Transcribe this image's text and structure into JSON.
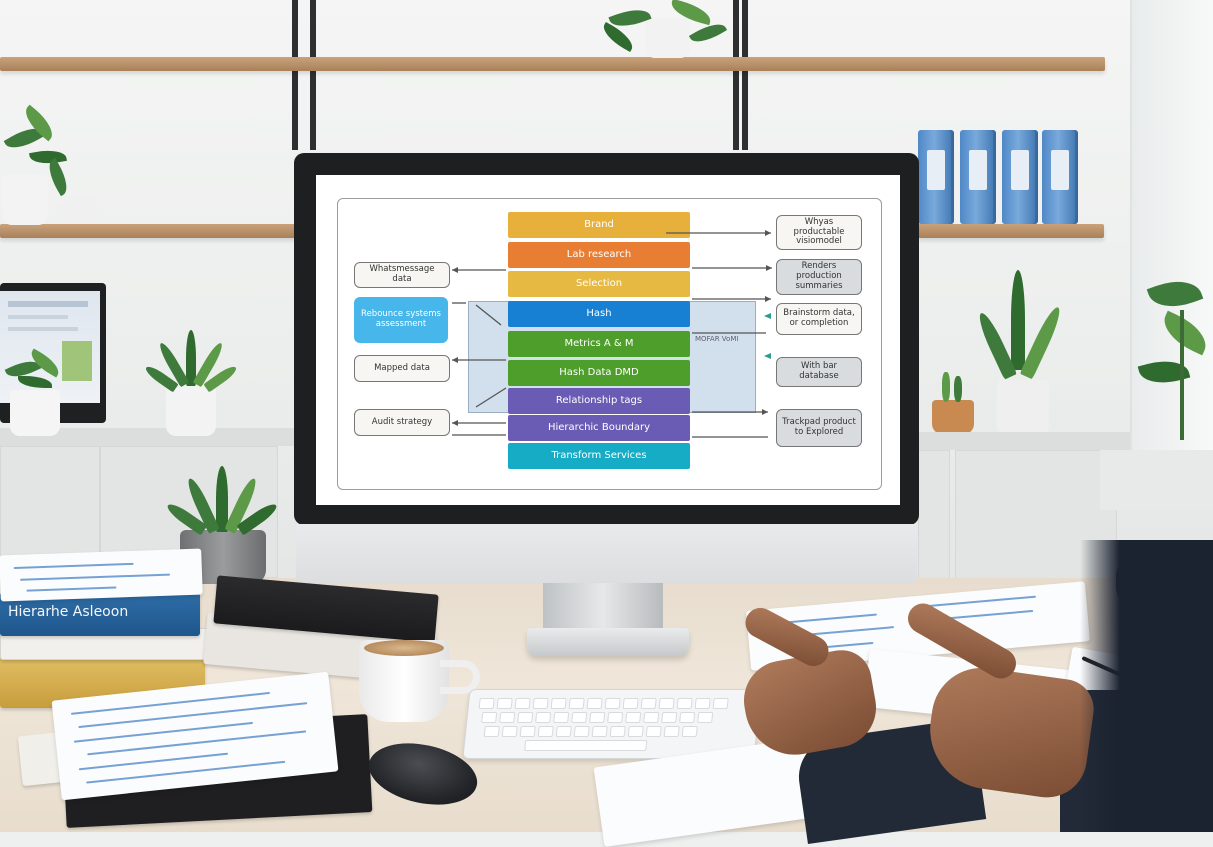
{
  "scene": "desk-with-monitor-showing-layered-diagram",
  "diagram": {
    "layers": [
      {
        "label": "Brand",
        "color": "#e6b03a"
      },
      {
        "label": "Lab research",
        "color": "#e87d34"
      },
      {
        "label": "Selection",
        "color": "#e5b942"
      },
      {
        "label": "Hash",
        "color": "#1780d3"
      },
      {
        "label": "Metrics A & M",
        "color": "#4e9e2c"
      },
      {
        "label": "Hash Data DMD",
        "color": "#4e9e2c"
      },
      {
        "label": "Relationship tags",
        "color": "#6a5cb5"
      },
      {
        "label": "Hierarchic Boundary",
        "color": "#6a5cb5"
      },
      {
        "label": "Transform Services",
        "color": "#16acc5"
      }
    ],
    "left_boxes": [
      {
        "label": "Whatsmessage data"
      },
      {
        "label": "Rebounce systems assessment"
      },
      {
        "label": "Mapped data"
      },
      {
        "label": "Audit strategy"
      }
    ],
    "right_boxes": [
      {
        "label": "Whyas productable visiomodel"
      },
      {
        "label": "Renders production summaries"
      },
      {
        "label": "Brainstorm data, or completion"
      },
      {
        "label": "With bar database"
      },
      {
        "label": "Trackpad product to Explored"
      }
    ],
    "overlay_label": "MOFAR VoMI"
  },
  "book": {
    "spine_title": "Hierarhe Asleoon"
  },
  "icons": {
    "plant": "potted-plant-icon",
    "coffee": "coffee-cup-icon",
    "mouse": "computer-mouse-icon",
    "keyboard": "keyboard-icon"
  }
}
